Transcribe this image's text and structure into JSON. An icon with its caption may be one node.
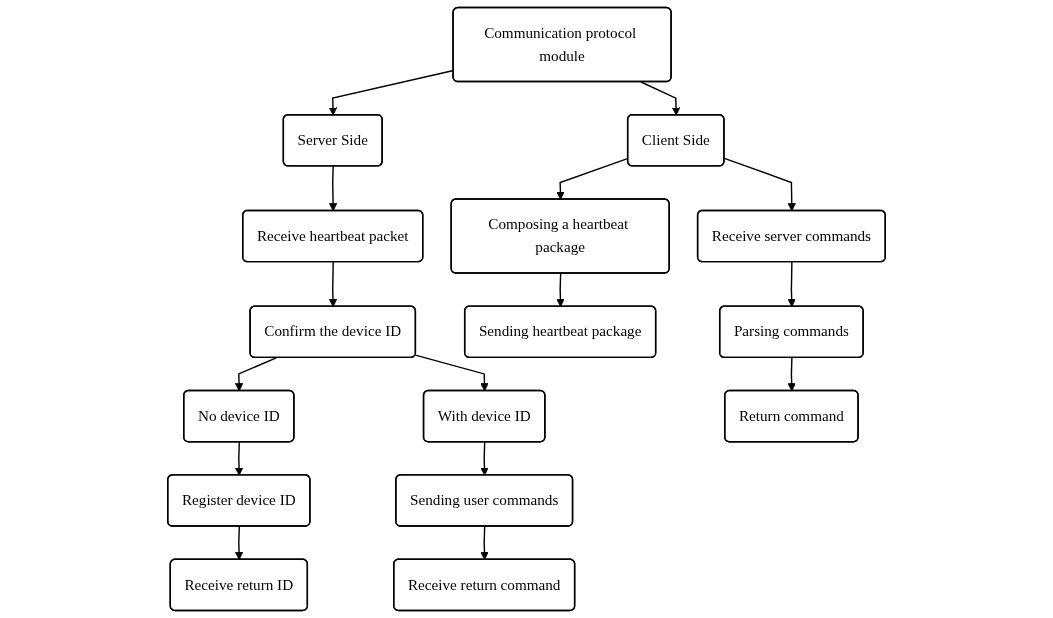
{
  "diagram": {
    "nodes": [
      {
        "text": [
          "Communication protocol module"
        ]
      },
      {
        "text": [
          "Server Side"
        ]
      },
      {
        "text": [
          "Client Side"
        ]
      },
      {
        "text": [
          "Receive heartbeat packet"
        ]
      },
      {
        "text": [
          "Confirm the device ID"
        ]
      },
      {
        "text": [
          "No device ID"
        ]
      },
      {
        "text": [
          "With device ID"
        ]
      },
      {
        "text": [
          "Register device ID"
        ]
      },
      {
        "text": [
          "Receive return ID"
        ]
      },
      {
        "text": [
          "Sending user commands"
        ]
      },
      {
        "text": [
          "Receive return command"
        ]
      },
      {
        "text": [
          "Composing a heartbeat package"
        ]
      },
      {
        "text": [
          "Receive server commands"
        ]
      },
      {
        "text": [
          "Sending heartbeat package"
        ]
      },
      {
        "text": [
          "Parsing commands"
        ]
      },
      {
        "text": [
          "Return command"
        ]
      }
    ],
    "edges": [
      {
        "from": 0,
        "to": 1,
        "arrow": "to"
      },
      {
        "from": 0,
        "to": 2,
        "arrow": "to"
      },
      {
        "from": 1,
        "to": 3,
        "arrow": "to"
      },
      {
        "from": 3,
        "to": 4,
        "arrow": "to"
      },
      {
        "from": 4,
        "to": 5,
        "arrow": "to"
      },
      {
        "from": 4,
        "to": 6,
        "arrow": "to"
      },
      {
        "from": 5,
        "to": 7,
        "arrow": "to"
      },
      {
        "from": 7,
        "to": 8,
        "arrow": "to"
      },
      {
        "from": 6,
        "to": 9,
        "arrow": "to"
      },
      {
        "from": 9,
        "to": 10,
        "arrow": "to"
      },
      {
        "from": 2,
        "to": 11,
        "arrow": "to"
      },
      {
        "from": 2,
        "to": 12,
        "arrow": "to"
      },
      {
        "from": 11,
        "to": 13,
        "arrow": "to"
      },
      {
        "from": 12,
        "to": 14,
        "arrow": "to"
      },
      {
        "from": 14,
        "to": 15,
        "arrow": "to"
      }
    ]
  }
}
